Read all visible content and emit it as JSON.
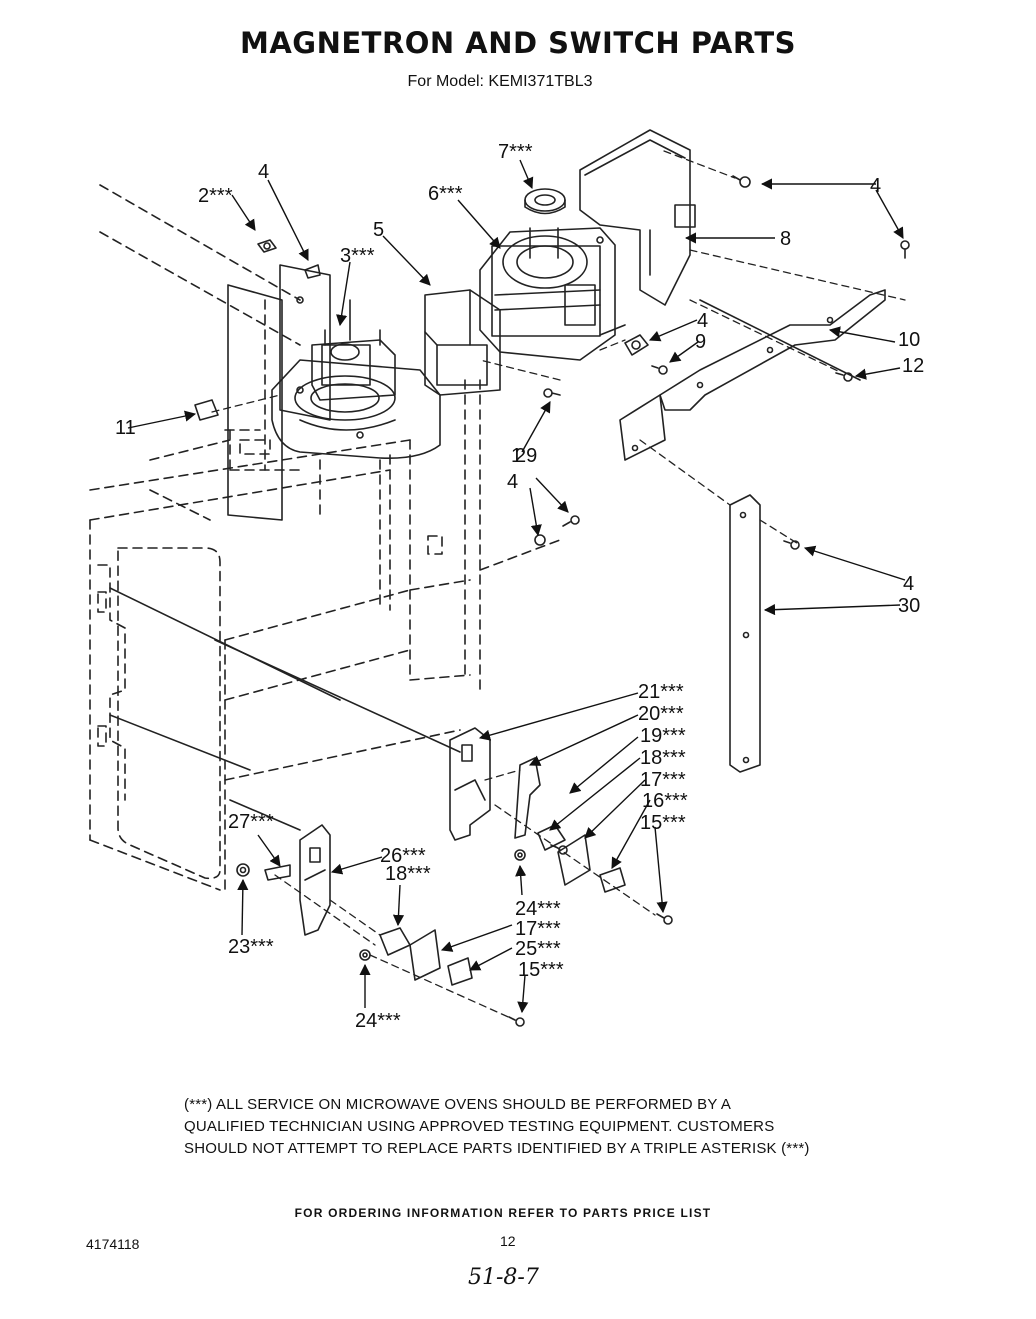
{
  "title": "MAGNETRON AND SWITCH PARTS",
  "subtitle": "For Model: KEMI371TBL3",
  "callouts": [
    {
      "text": "7***"
    },
    {
      "text": "4"
    },
    {
      "text": "2***"
    },
    {
      "text": "6***"
    },
    {
      "text": "4"
    },
    {
      "text": "5"
    },
    {
      "text": "3***"
    },
    {
      "text": "8"
    },
    {
      "text": "4"
    },
    {
      "text": "9"
    },
    {
      "text": "10"
    },
    {
      "text": "12"
    },
    {
      "text": "11"
    },
    {
      "text": "1"
    },
    {
      "text": "4"
    },
    {
      "text": "29"
    },
    {
      "text": "4"
    },
    {
      "text": "30"
    },
    {
      "text": "21***"
    },
    {
      "text": "20***"
    },
    {
      "text": "19***"
    },
    {
      "text": "18***"
    },
    {
      "text": "17***"
    },
    {
      "text": "16***"
    },
    {
      "text": "15***"
    },
    {
      "text": "27***"
    },
    {
      "text": "26***"
    },
    {
      "text": "18***"
    },
    {
      "text": "24***"
    },
    {
      "text": "17***"
    },
    {
      "text": "25***"
    },
    {
      "text": "23***"
    },
    {
      "text": "15***"
    },
    {
      "text": "24***"
    }
  ],
  "note_lines": [
    "(***) ALL SERVICE ON MICROWAVE OVENS SHOULD BE PERFORMED BY A",
    "QUALIFIED TECHNICIAN USING APPROVED TESTING EQUIPMENT.  CUSTOMERS",
    "SHOULD NOT ATTEMPT TO REPLACE PARTS IDENTIFIED BY A TRIPLE ASTERISK (***)"
  ],
  "ordering_info": "FOR ORDERING INFORMATION REFER TO PARTS PRICE LIST",
  "document_number": "4174118",
  "page_number": "12",
  "handwritten_note": "51-8-7"
}
